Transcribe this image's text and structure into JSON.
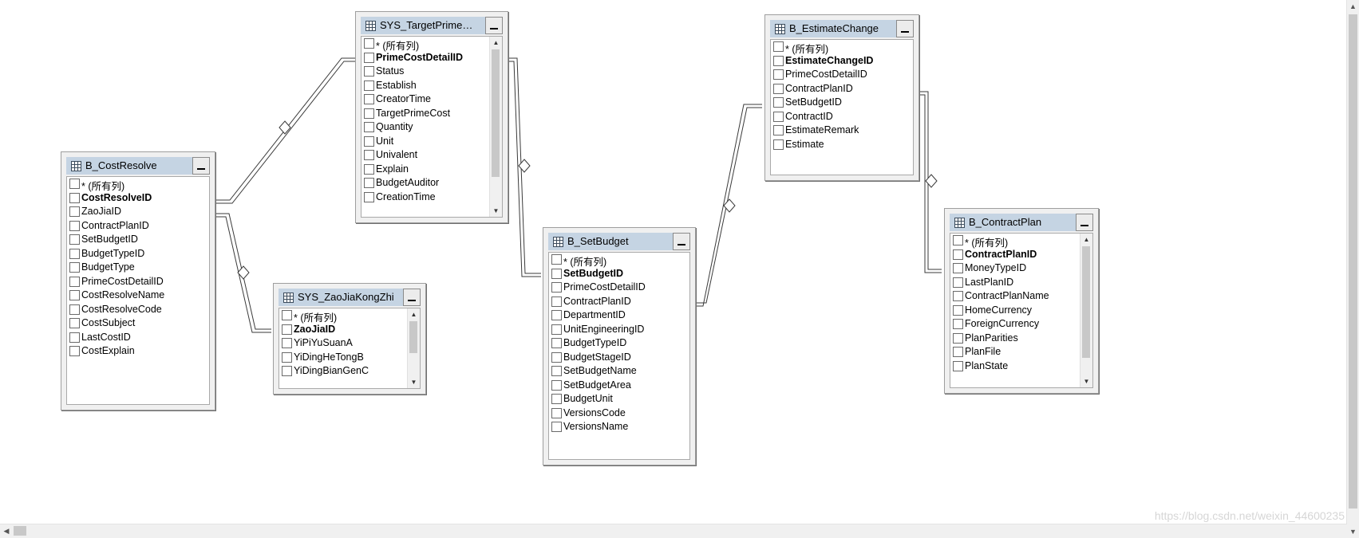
{
  "tables": {
    "costresolve": {
      "title": "B_CostResolve",
      "columns": [
        "* (所有列)",
        "CostResolveID",
        "ZaoJiaID",
        "ContractPlanID",
        "SetBudgetID",
        "BudgetTypeID",
        "BudgetType",
        "PrimeCostDetailID",
        "CostResolveName",
        "CostResolveCode",
        "CostSubject",
        "LastCostID",
        "CostExplain"
      ],
      "primary_key": "CostResolveID"
    },
    "targetprimecost": {
      "title": "SYS_TargetPrimeCo...",
      "columns": [
        "* (所有列)",
        "PrimeCostDetailID",
        "Status",
        "Establish",
        "CreatorTime",
        "TargetPrimeCost",
        "Quantity",
        "Unit",
        "Univalent",
        "Explain",
        "BudgetAuditor",
        "CreationTime"
      ],
      "primary_key": "PrimeCostDetailID"
    },
    "zaojiakongzhi": {
      "title": "SYS_ZaoJiaKongZhi",
      "columns": [
        "* (所有列)",
        "ZaoJiaID",
        "YiPiYuSuanA",
        "YiDingHeTongB",
        "YiDingBianGenC"
      ],
      "primary_key": "ZaoJiaID"
    },
    "setbudget": {
      "title": "B_SetBudget",
      "columns": [
        "* (所有列)",
        "SetBudgetID",
        "PrimeCostDetailID",
        "ContractPlanID",
        "DepartmentID",
        "UnitEngineeringID",
        "BudgetTypeID",
        "BudgetStageID",
        "SetBudgetName",
        "SetBudgetArea",
        "BudgetUnit",
        "VersionsCode",
        "VersionsName"
      ],
      "primary_key": "SetBudgetID"
    },
    "estimatechange": {
      "title": "B_EstimateChange",
      "columns": [
        "* (所有列)",
        "EstimateChangeID",
        "PrimeCostDetailID",
        "ContractPlanID",
        "SetBudgetID",
        "ContractID",
        "EstimateRemark",
        "Estimate"
      ],
      "primary_key": "EstimateChangeID"
    },
    "contractplan": {
      "title": "B_ContractPlan",
      "columns": [
        "* (所有列)",
        "ContractPlanID",
        "MoneyTypeID",
        "LastPlanID",
        "ContractPlanName",
        "HomeCurrency",
        "ForeignCurrency",
        "PlanParities",
        "PlanFile",
        "PlanState"
      ],
      "primary_key": "ContractPlanID"
    }
  },
  "watermark": "https://blog.csdn.net/weixin_44600235",
  "colors": {
    "header": "#c5d4e3",
    "frame": "#f0f0f0",
    "relation_line": "#333333"
  }
}
